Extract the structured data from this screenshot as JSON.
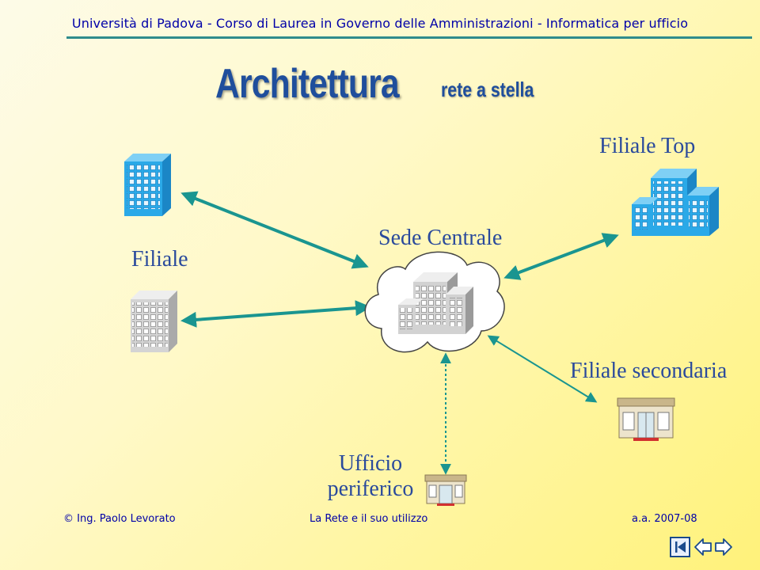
{
  "header": {
    "text": "Università di Padova - Corso di Laurea in Governo delle Amministrazioni - Informatica per ufficio"
  },
  "title": {
    "main": "Architettura",
    "sub": "rete a stella"
  },
  "nodes": {
    "filiale_top": "Filiale Top",
    "filiale": "Filiale",
    "sede_centrale": "Sede Centrale",
    "filiale_secondaria": "Filiale secondaria",
    "ufficio_periferico_line1": "Ufficio",
    "ufficio_periferico_line2": "periferico"
  },
  "footer": {
    "author": "© Ing. Paolo Levorato",
    "course": "La Rete e il suo utilizzo",
    "year": "a.a. 2007-08"
  },
  "nav_icons": [
    "first-slide-icon",
    "previous-slide-icon",
    "next-slide-icon"
  ],
  "colors": {
    "header_text": "#0000a8",
    "title": "#1f4e9c",
    "label": "#2a4a9c",
    "arrow": "#1a9590",
    "building_blue": "#29a9e6",
    "building_gray": "#d6d6d6"
  }
}
